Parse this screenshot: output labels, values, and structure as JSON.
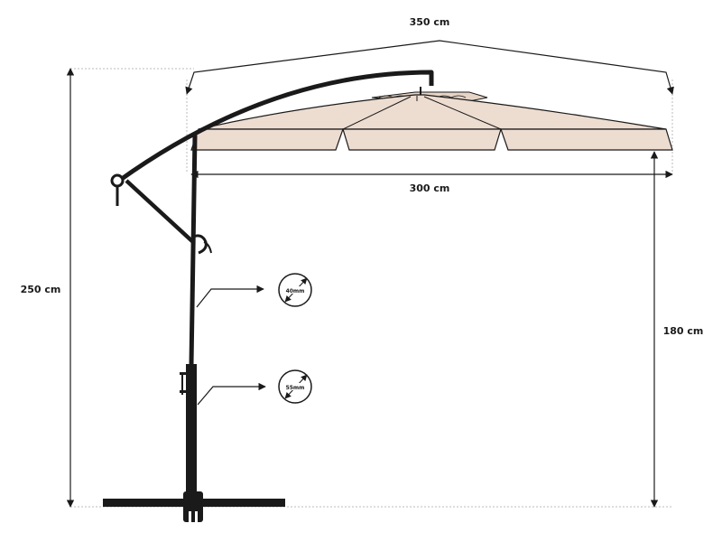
{
  "dimensions": {
    "total_width": "350 cm",
    "canopy_width": "300 cm",
    "total_height": "250 cm",
    "clearance_height": "180 cm"
  },
  "pole_diameters": {
    "upper": "40mm",
    "lower": "55mm"
  },
  "colors": {
    "canopy_fill": "#eddcd0",
    "frame": "#1a1a1a",
    "guide": "#bbbbbb"
  }
}
